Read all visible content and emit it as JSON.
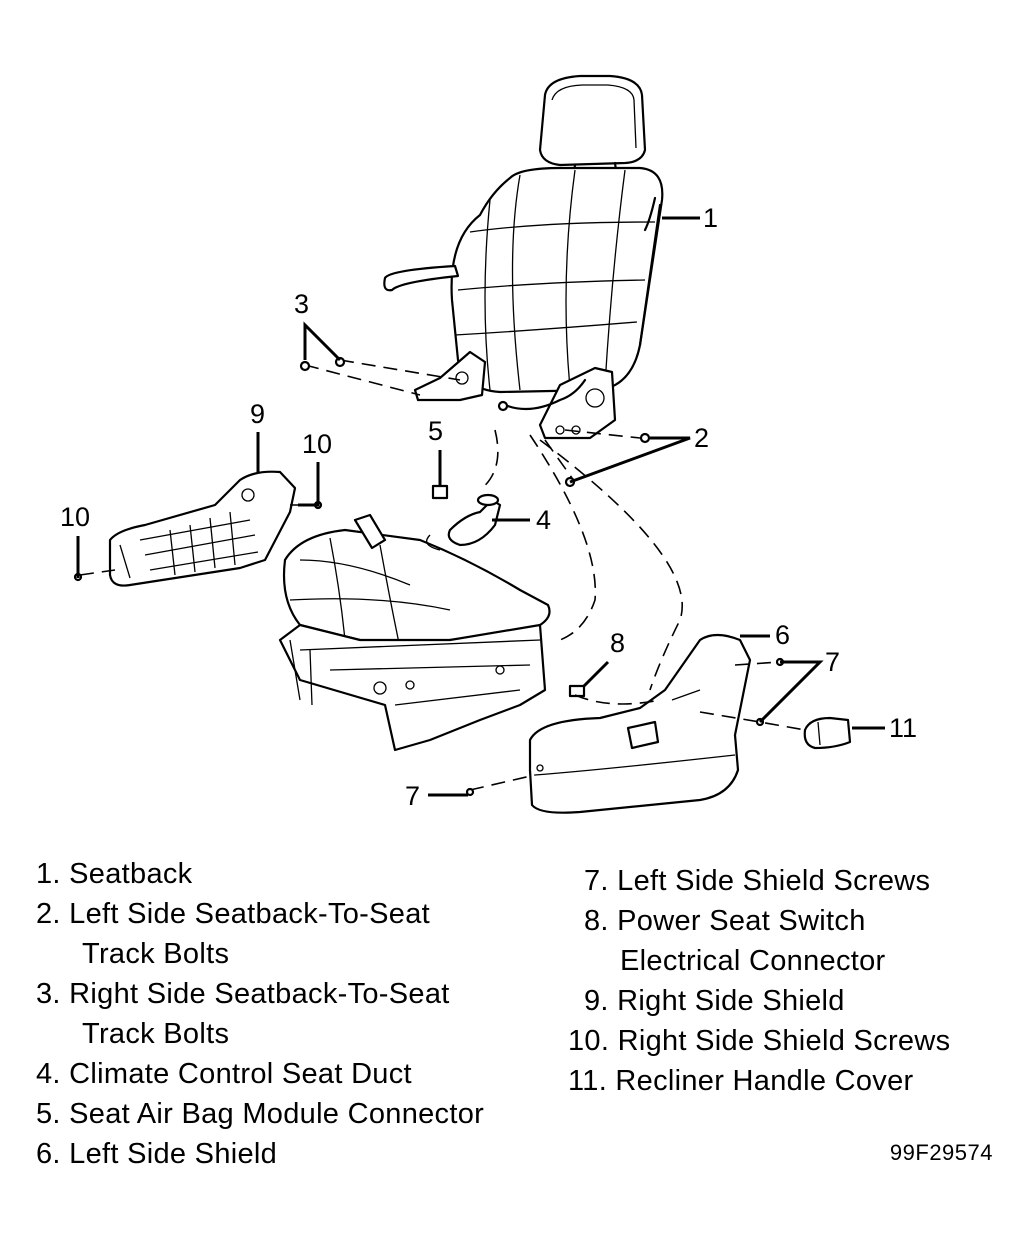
{
  "callouts": {
    "c1": "1",
    "c2": "2",
    "c3": "3",
    "c4": "4",
    "c5": "5",
    "c6": "6",
    "c7a": "7",
    "c7b": "7",
    "c8": "8",
    "c9": "9",
    "c10a": "10",
    "c10b": "10",
    "c11": "11"
  },
  "legend": {
    "left": [
      {
        "num": "1.",
        "text": "Seatback"
      },
      {
        "num": "2.",
        "text": "Left Side Seatback-To-Seat"
      },
      {
        "num": "",
        "text": "Track Bolts"
      },
      {
        "num": "3.",
        "text": "Right Side Seatback-To-Seat"
      },
      {
        "num": "",
        "text": "Track Bolts"
      },
      {
        "num": "4.",
        "text": "Climate Control Seat Duct"
      },
      {
        "num": "5.",
        "text": "Seat Air Bag Module Connector"
      },
      {
        "num": "6.",
        "text": "Left Side Shield"
      }
    ],
    "right": [
      {
        "num": "7.",
        "text": "Left Side Shield Screws"
      },
      {
        "num": "8.",
        "text": "Power Seat Switch"
      },
      {
        "num": "",
        "text": "Electrical Connector"
      },
      {
        "num": "9.",
        "text": "Right Side Shield"
      },
      {
        "num": "10.",
        "text": "Right Side Shield Screws"
      },
      {
        "num": "11.",
        "text": "Recliner Handle Cover"
      }
    ]
  },
  "figure_id": "99F29574"
}
